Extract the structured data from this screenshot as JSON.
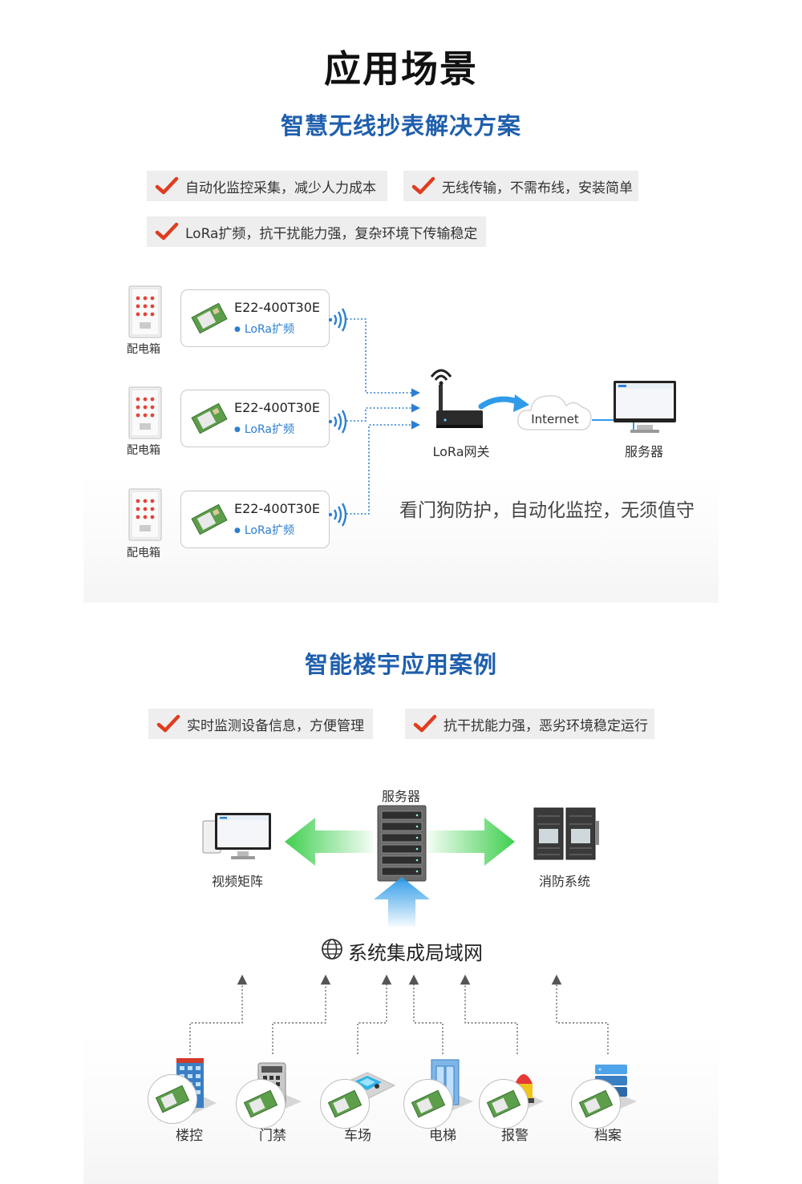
{
  "header": {
    "title": "应用场景"
  },
  "section1": {
    "title": "智慧无线抄表解决方案",
    "features": [
      "自动化监控采集，减少人力成本",
      "无线传输，不需布线，安装简单",
      "LoRa扩频，抗干扰能力强，复杂环境下传输稳定"
    ],
    "cabinet_label": "配电箱",
    "module_model": "E22-400T30E",
    "module_tag": "LoRa扩频",
    "gateway_label": "LoRa网关",
    "cloud_label": "Internet",
    "server_label": "服务器",
    "slogan": "看门狗防护，自动化监控，无须值守"
  },
  "section2": {
    "title": "智能楼宇应用案例",
    "features": [
      "实时监测设备信息，方便管理",
      "抗干扰能力强，恶劣环境稳定运行"
    ],
    "server_label": "服务器",
    "left_label": "视频矩阵",
    "right_label": "消防系统",
    "lan_label": "系统集成局域网",
    "devices": [
      "楼控",
      "门禁",
      "车场",
      "电梯",
      "报警",
      "档案"
    ]
  },
  "colors": {
    "accent_blue": "#1f5fae",
    "check_red": "#e03c1f",
    "arrow_green": "#3fcf4f",
    "link_blue": "#2c7fd0"
  }
}
